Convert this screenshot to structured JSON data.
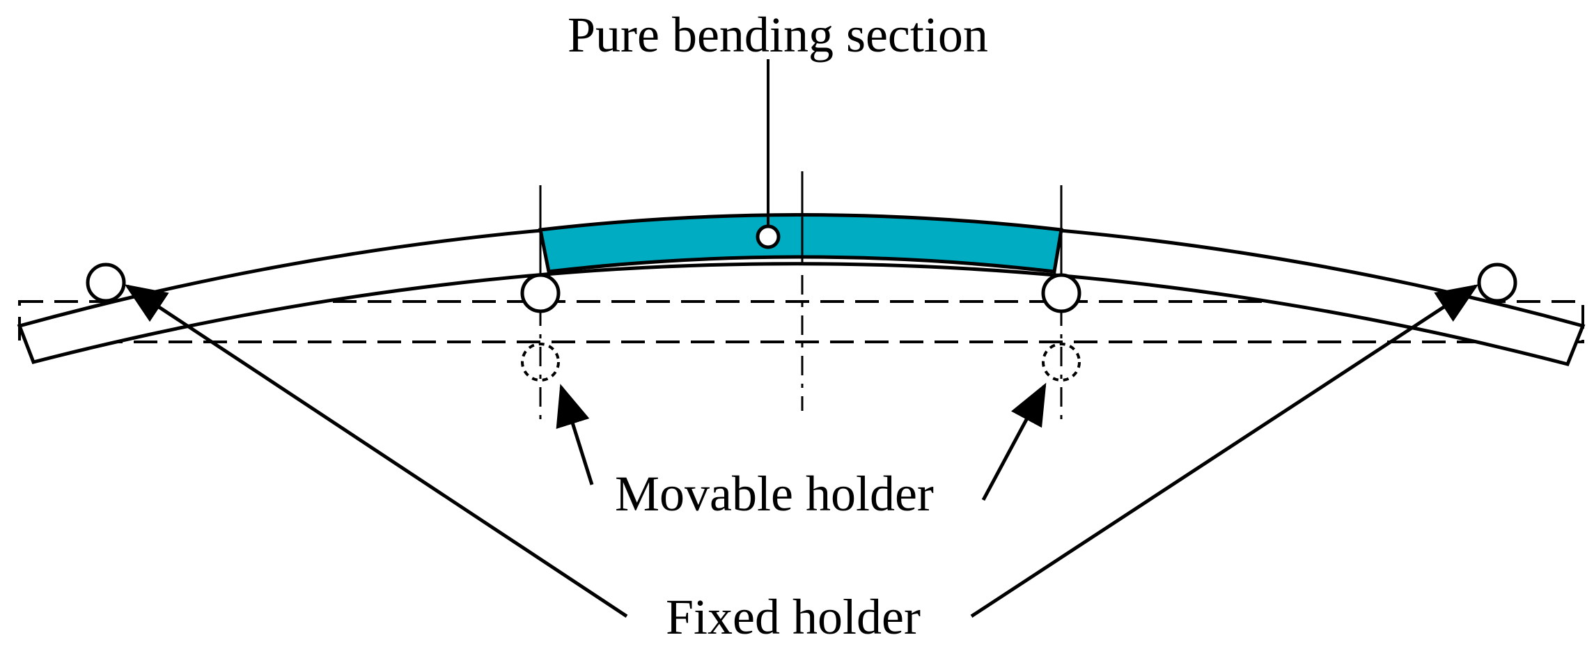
{
  "labels": {
    "pure_bending_section": "Pure bending section",
    "movable_holder": "Movable holder",
    "fixed_holder": "Fixed holder"
  },
  "colors": {
    "pure_bending_fill": "#00acc1",
    "stroke": "#000000",
    "background": "#ffffff"
  }
}
